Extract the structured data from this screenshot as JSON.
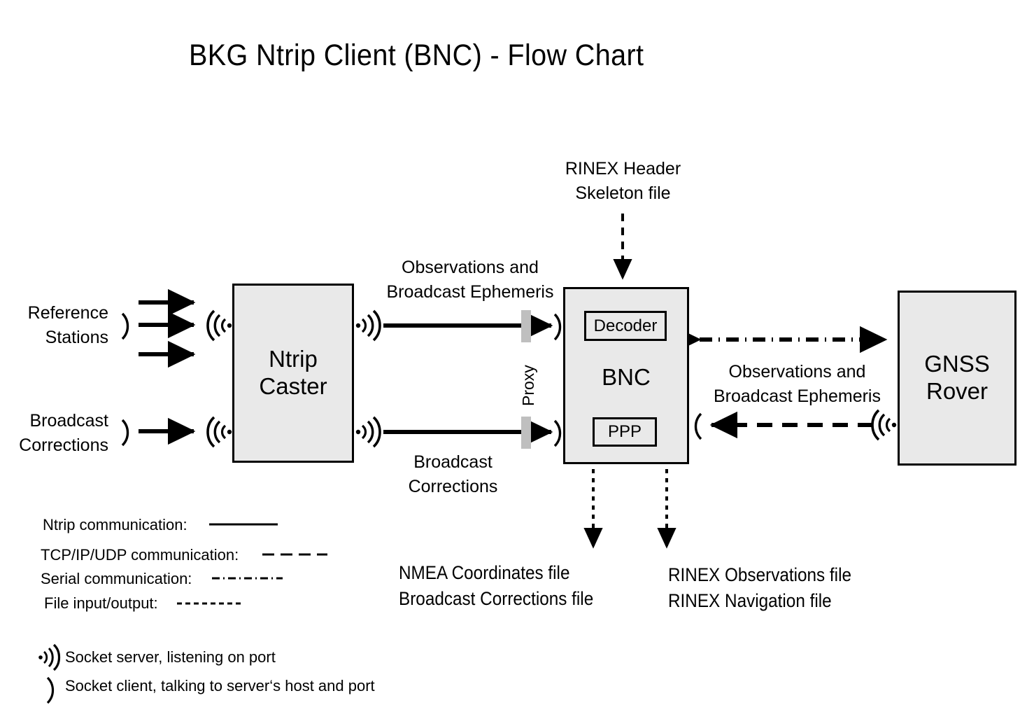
{
  "title": "BKG Ntrip Client (BNC)  -  Flow Chart",
  "nodes": {
    "ntrip_caster": "Ntrip\nCaster",
    "ntrip_caster_line1": "Ntrip",
    "ntrip_caster_line2": "Caster",
    "bnc": "BNC",
    "decoder": "Decoder",
    "ppp": "PPP",
    "gnss_rover_line1": "GNSS",
    "gnss_rover_line2": "Rover"
  },
  "labels": {
    "reference_stations_l1": "Reference",
    "reference_stations_l2": "Stations",
    "broadcast_corrections_in_l1": "Broadcast",
    "broadcast_corrections_in_l2": "Corrections",
    "obs_eph_top_l1": "Observations and",
    "obs_eph_top_l2": "Broadcast Ephemeris",
    "broadcast_corrections_mid_l1": "Broadcast",
    "broadcast_corrections_mid_l2": "Corrections",
    "rinex_header_l1": "RINEX Header",
    "rinex_header_l2": "Skeleton file",
    "obs_eph_right_l1": "Observations and",
    "obs_eph_right_l2": "Broadcast Ephemeris",
    "proxy": "Proxy",
    "out_left_l1": "NMEA Coordinates file",
    "out_left_l2": "Broadcast Corrections file",
    "out_right_l1": "RINEX Observations file",
    "out_right_l2": "RINEX Navigation file"
  },
  "legend": {
    "ntrip": "Ntrip communication:",
    "tcpip": "TCP/IP/UDP communication:",
    "serial": "Serial communication:",
    "file": "File input/output:",
    "socket_server": "Socket server, listening on port",
    "socket_client": "Socket client, talking to server‘s host and port"
  },
  "colors": {
    "node_fill": "#e9e9e9",
    "stroke": "#000000",
    "proxy_bar": "#bfbfbf",
    "background": "#ffffff"
  }
}
